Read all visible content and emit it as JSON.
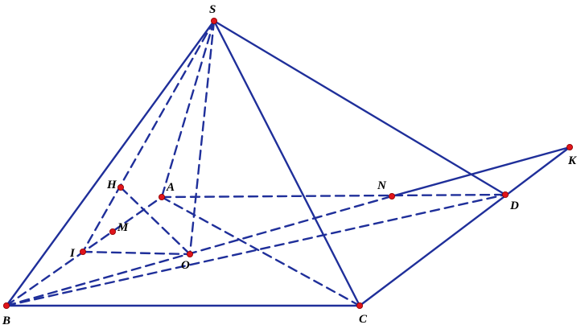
{
  "colors": {
    "line": "#1f2f9a",
    "point": "#e0141b",
    "point_stroke": "#8a0000",
    "label": "#000000",
    "background": "#ffffff"
  },
  "points": [
    {
      "id": "S",
      "label": "S"
    },
    {
      "id": "B",
      "label": "B"
    },
    {
      "id": "C",
      "label": "C"
    },
    {
      "id": "D",
      "label": "D"
    },
    {
      "id": "A",
      "label": "A"
    },
    {
      "id": "O",
      "label": "O"
    },
    {
      "id": "H",
      "label": "H"
    },
    {
      "id": "M",
      "label": "M"
    },
    {
      "id": "I",
      "label": "I"
    },
    {
      "id": "N",
      "label": "N"
    },
    {
      "id": "K",
      "label": "K"
    }
  ],
  "segments": [
    {
      "from": "S",
      "to": "B",
      "style": "solid"
    },
    {
      "from": "S",
      "to": "C",
      "style": "solid"
    },
    {
      "from": "S",
      "to": "D",
      "style": "solid"
    },
    {
      "from": "B",
      "to": "C",
      "style": "solid"
    },
    {
      "from": "C",
      "to": "K",
      "style": "solid"
    },
    {
      "from": "N",
      "to": "K",
      "style": "solid"
    },
    {
      "from": "S",
      "to": "A",
      "style": "dashed"
    },
    {
      "from": "S",
      "to": "O",
      "style": "dashed"
    },
    {
      "from": "S",
      "to": "I",
      "style": "dashed"
    },
    {
      "from": "A",
      "to": "D",
      "style": "dashed"
    },
    {
      "from": "B",
      "to": "A",
      "style": "dashed"
    },
    {
      "from": "B",
      "to": "D",
      "style": "dashed"
    },
    {
      "from": "A",
      "to": "C",
      "style": "dashed"
    },
    {
      "from": "B",
      "to": "N",
      "style": "dashed"
    },
    {
      "from": "H",
      "to": "O",
      "style": "dashed"
    },
    {
      "from": "I",
      "to": "O",
      "style": "dashed"
    }
  ]
}
